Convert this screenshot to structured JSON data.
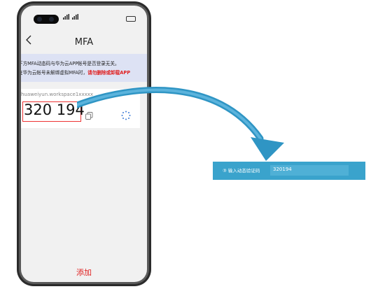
{
  "phone": {
    "status": {
      "signal": "࿿⹛ ⹛"
    },
    "nav": {
      "title": "MFA"
    },
    "notice": {
      "line1": "下方MFA动态码与华为云APP帐号是否登录无关。",
      "line2_plain": "在华为云帐号未解绑虚拟MFA时，",
      "line2_red": "请勿删除或卸载APP"
    },
    "entry": {
      "account": "huaweiyun.workspace1xxxxx",
      "code": "320 194"
    },
    "add_label": "添加"
  },
  "panel": {
    "step_label": "③ 输入动态验证码",
    "input_value": "320194"
  },
  "colors": {
    "arrow": "#2f95c4",
    "highlight": "#e33333",
    "panel": "#3aa3cc",
    "accent_red": "#e02020"
  }
}
